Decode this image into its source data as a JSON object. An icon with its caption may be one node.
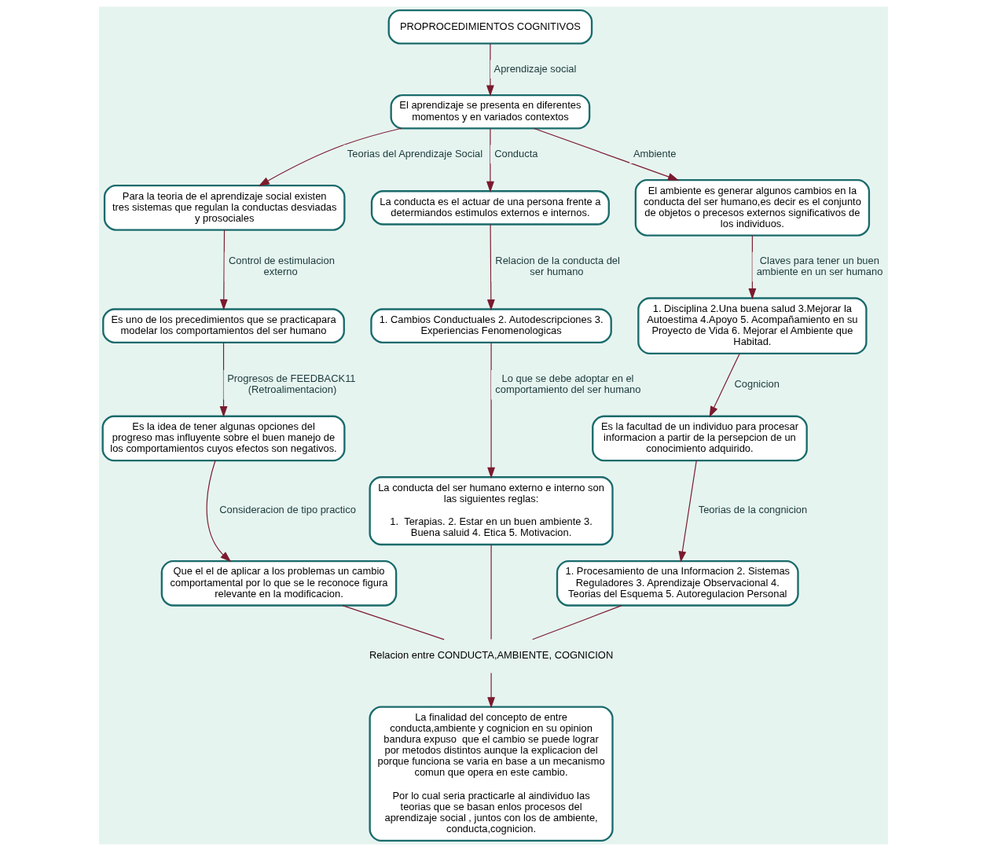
{
  "diagram": {
    "nodes": [
      {
        "text": [
          "PROPROCEDIMIENTOS COGNITIVOS"
        ]
      },
      {
        "text": [
          "El aprendizaje se presenta en diferentes momentos y en variados contextos"
        ]
      },
      {
        "text": [
          "Para la teoria de el aprendizaje social existen tres sistemas que regulan la conductas desviadas y prosociales"
        ]
      },
      {
        "text": [
          "La conducta es el actuar de una persona frente a determiandos estimulos externos e internos."
        ]
      },
      {
        "text": [
          "El ambiente es generar algunos cambios en la conducta del ser humano,es decir es el conjunto de objetos o precesos externos significativos de los individuos."
        ]
      },
      {
        "text": [
          "Es uno de los precedimientos que se practicapara modelar los comportamientos del ser humano"
        ]
      },
      {
        "text": [
          "1. Cambios Conductuales 2. Autodescripciones 3. Experiencias Fenomenologicas"
        ]
      },
      {
        "text": [
          "1. Disciplina 2.Una buena salud 3.Mejorar la Autoestima 4.Apoyo 5. Acompañamiento en su Proyecto de Vida 6. Mejorar el Ambiente que Habitad."
        ]
      },
      {
        "text": [
          "Es la idea de tener algunas opciones del progreso mas influyente sobre el buen manejo de los comportamientos cuyos efectos son negativos."
        ]
      },
      {
        "text": [
          "La conducta del ser humano externo e interno son las siguientes reglas:",
          "1.  Terapias. 2. Estar en un buen ambiente 3. Buena saluid 4. Etica 5. Motivacion."
        ]
      },
      {
        "text": [
          "Es la facultad de un individuo para procesar informacion a partir de la persepcion de un conocimiento adquirido."
        ]
      },
      {
        "text": [
          "Que el el de aplicar a los problemas un cambio comportamental por lo que se le reconoce figura relevante en la modificacion."
        ]
      },
      {
        "text": [
          "Relacion entre CONDUCTA,AMBIENTE, COGNICION"
        ]
      },
      {
        "text": [
          "1. Procesamiento de una Informacion 2. Sistemas Reguladores 3. Aprendizaje Observacional 4. Teorias del Esquema 5. Autoregulacion Personal"
        ]
      },
      {
        "text": [
          "La finalidad del concepto de entre conducta,ambiente y cognicion en su opinion bandura expuso  que el cambio se puede lograr por metodos distintos aunque la explicacion del porque funciona se varia en base a un mecanismo comun que opera en este cambio.",
          "Por lo cual seria practicarle al aindividuo las teorias que se basan enlos procesos del aprendizaje social , juntos con los de ambiente, conducta,cognicion."
        ]
      }
    ],
    "edges": [
      {
        "from": 0,
        "to": 1,
        "arrow": "to",
        "label": "Aprendizaje social"
      },
      {
        "from": 1,
        "to": 2,
        "arrow": "to",
        "label": "Teorias del Aprendizaje Social"
      },
      {
        "from": 1,
        "to": 3,
        "arrow": "to",
        "label": "Conducta"
      },
      {
        "from": 1,
        "to": 4,
        "arrow": "to",
        "label": "Ambiente"
      },
      {
        "from": 2,
        "to": 5,
        "arrow": "to",
        "label": "Control de estimulacion externo"
      },
      {
        "from": 3,
        "to": 6,
        "arrow": "to",
        "label": "Relacion de la conducta del ser humano"
      },
      {
        "from": 4,
        "to": 7,
        "arrow": "to",
        "label": "Claves para tener un buen ambiente en un ser humano"
      },
      {
        "from": 5,
        "to": 8,
        "arrow": "to",
        "label": "Progresos de FEEDBACK11 (Retroalimentacion)"
      },
      {
        "from": 6,
        "to": 9,
        "arrow": "to",
        "label": "Lo que se debe adoptar en el comportamiento del ser humano"
      },
      {
        "from": 7,
        "to": 10,
        "arrow": "to",
        "label": "Cognicion"
      },
      {
        "from": 8,
        "to": 11,
        "arrow": "to",
        "label": "Consideracion de tipo practico"
      },
      {
        "from": 10,
        "to": 13,
        "arrow": "to",
        "label": "Teorias de la congnicion"
      },
      {
        "from": 11,
        "to": 12,
        "arrow": "none"
      },
      {
        "from": 9,
        "to": 12,
        "arrow": "none"
      },
      {
        "from": 13,
        "to": 12,
        "arrow": "none"
      },
      {
        "from": 12,
        "to": 14,
        "arrow": "to"
      }
    ]
  }
}
